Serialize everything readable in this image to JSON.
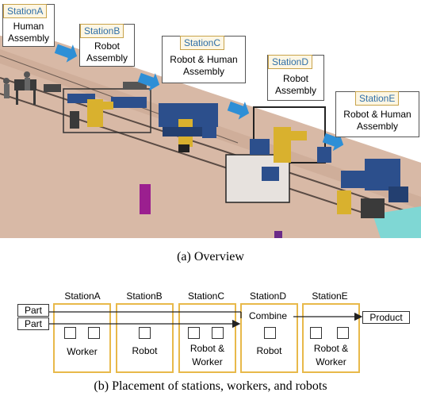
{
  "overview": {
    "caption": "(a) Overview",
    "callouts": [
      {
        "tag": "StationA",
        "lines": [
          "Human",
          "Assembly"
        ]
      },
      {
        "tag": "StationB",
        "lines": [
          "Robot",
          "Assembly"
        ]
      },
      {
        "tag": "StationC",
        "lines": [
          "Robot & Human",
          "Assembly"
        ]
      },
      {
        "tag": "StationD",
        "lines": [
          "Robot",
          "Assembly"
        ]
      },
      {
        "tag": "StationE",
        "lines": [
          "Robot & Human",
          "Assembly"
        ]
      }
    ]
  },
  "placement": {
    "caption": "(b) Placement of stations, workers, and robots",
    "inputs": [
      "Part",
      "Part"
    ],
    "combine_label": "Combine",
    "output": "Product",
    "stations": [
      {
        "name": "StationA",
        "lines": [
          "Worker"
        ]
      },
      {
        "name": "StationB",
        "lines": [
          "Robot"
        ]
      },
      {
        "name": "StationC",
        "lines": [
          "Robot &",
          "Worker"
        ]
      },
      {
        "name": "StationD",
        "lines": [
          "Robot"
        ]
      },
      {
        "name": "StationE",
        "lines": [
          "Robot &",
          "Worker"
        ]
      }
    ],
    "colors": {
      "station_border": "#e8b94a",
      "arrow": "#222222"
    }
  },
  "colors": {
    "floor": "#d8b9a6",
    "robot_blue": "#2c4f8c",
    "robot_yellow": "#d9b12e",
    "callout_arrow": "#2e8fd6",
    "tag_text": "#2f6fa8"
  }
}
